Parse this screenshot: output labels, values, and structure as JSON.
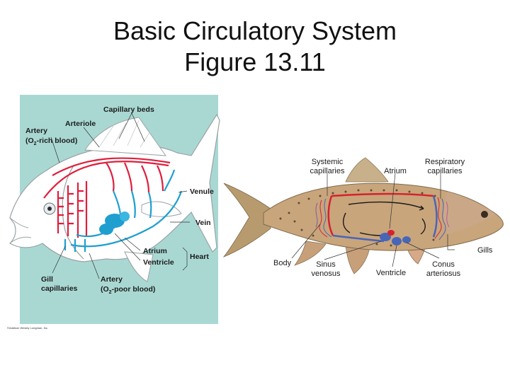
{
  "title": {
    "line1": "Basic Circulatory System",
    "line2": "Figure 13.11"
  },
  "left_figure": {
    "labels": {
      "capillary_beds": "Capillary beds",
      "arteriole": "Arteriole",
      "artery_top_1": "Artery",
      "artery_top_2_a": "(O",
      "artery_top_2_sub": "2",
      "artery_top_2_b": "-rich blood)",
      "venule": "Venule",
      "vein": "Vein",
      "atrium": "Atrium",
      "ventricle": "Ventricle",
      "heart": "Heart",
      "gill_capillaries_1": "Gill",
      "gill_capillaries_2": "capillaries",
      "artery_bottom_1": "Artery",
      "artery_bottom_2_a": "(O",
      "artery_bottom_2_sub": "2",
      "artery_bottom_2_b": "-poor blood)",
      "copyright": "©Addison Wesley Longman, Inc."
    },
    "colors": {
      "background": "#a9d8d3",
      "oxygen_rich": "#e01e3c",
      "oxygen_poor": "#1e9fd0"
    }
  },
  "right_figure": {
    "labels": {
      "systemic_1": "Systemic",
      "systemic_2": "capillaries",
      "atrium": "Atrium",
      "respiratory_1": "Respiratory",
      "respiratory_2": "capillaries",
      "gills": "Gills",
      "body": "Body",
      "sinus_1": "Sinus",
      "sinus_2": "venosus",
      "ventricle": "Ventricle",
      "conus_1": "Conus",
      "conus_2": "arteriosus"
    },
    "colors": {
      "body": "#c9a57c",
      "oxygen_rich": "#d4232e",
      "oxygen_poor": "#4866b8"
    }
  }
}
